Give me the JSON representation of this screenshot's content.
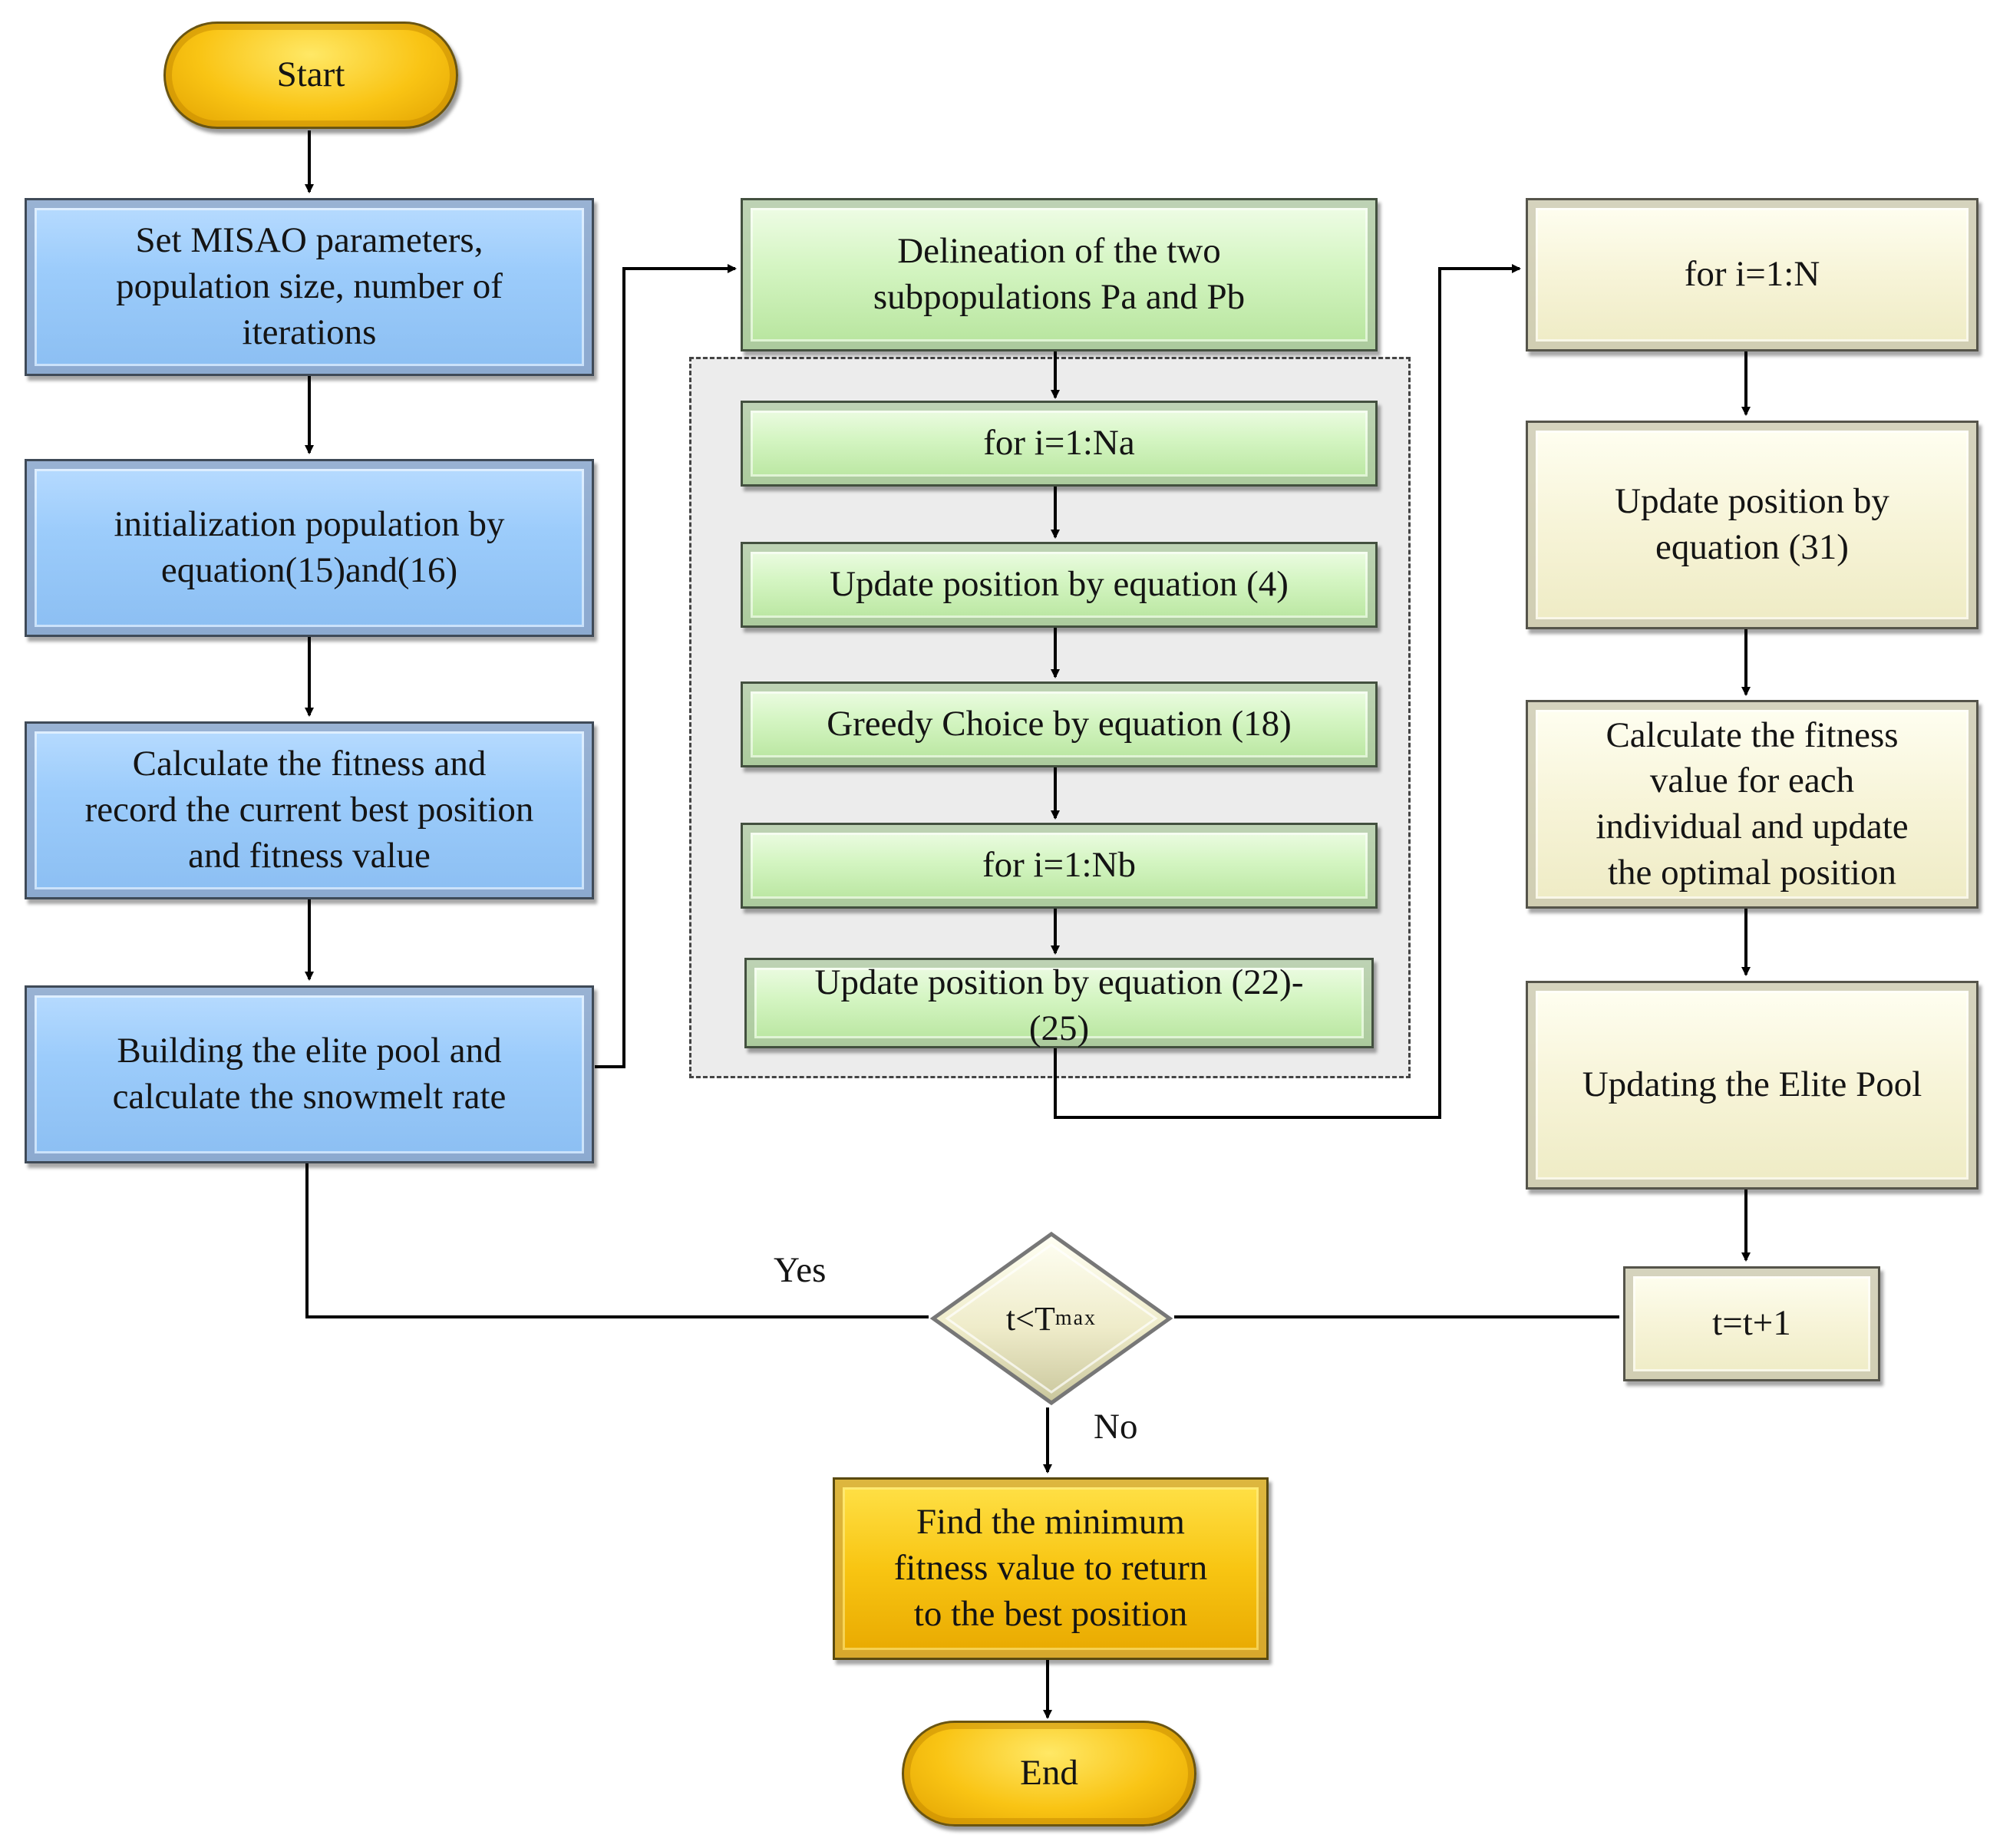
{
  "flowchart": {
    "start": "Start",
    "end": "End",
    "left_column": {
      "set_params": "Set MISAO parameters,\npopulation size, number of\niterations",
      "init_population": "initialization population by\nequation(15)and(16)",
      "calc_fitness": "Calculate the  fitness and\nrecord the current best position\nand fitness value",
      "elite_pool": "Building the elite pool and\ncalculate the snowmelt rate"
    },
    "middle_column": {
      "delineation": "Delineation of the two\nsubpopulations Pa and Pb",
      "for_na": "for i=1:Na",
      "update_eq4": "Update position by equation (4)",
      "greedy_choice": "Greedy Choice by equation (18)",
      "for_nb": "for i=1:Nb",
      "update_eq22": "Update position by equation (22)-\n(25)"
    },
    "right_column": {
      "for_n": "for i=1:N",
      "update_eq31": "Update position by\nequation (31)",
      "calc_each": "Calculate the fitness\nvalue for each\nindividual and update\nthe optimal position",
      "update_elite": "Updating the Elite Pool",
      "increment": "t=t+1"
    },
    "decision": {
      "condition": "t<T",
      "subscript": "max",
      "yes_label": "Yes",
      "no_label": "No"
    },
    "final_step": "Find the minimum\nfitness value to return\nto the best position"
  },
  "colors": {
    "process_blue": "#9cccfb",
    "process_green": "#d4f5c2",
    "process_cream": "#f7f4d8",
    "terminal_gold": "#f9c414",
    "loop_region_gray": "#ececec",
    "connector": "#000000"
  }
}
